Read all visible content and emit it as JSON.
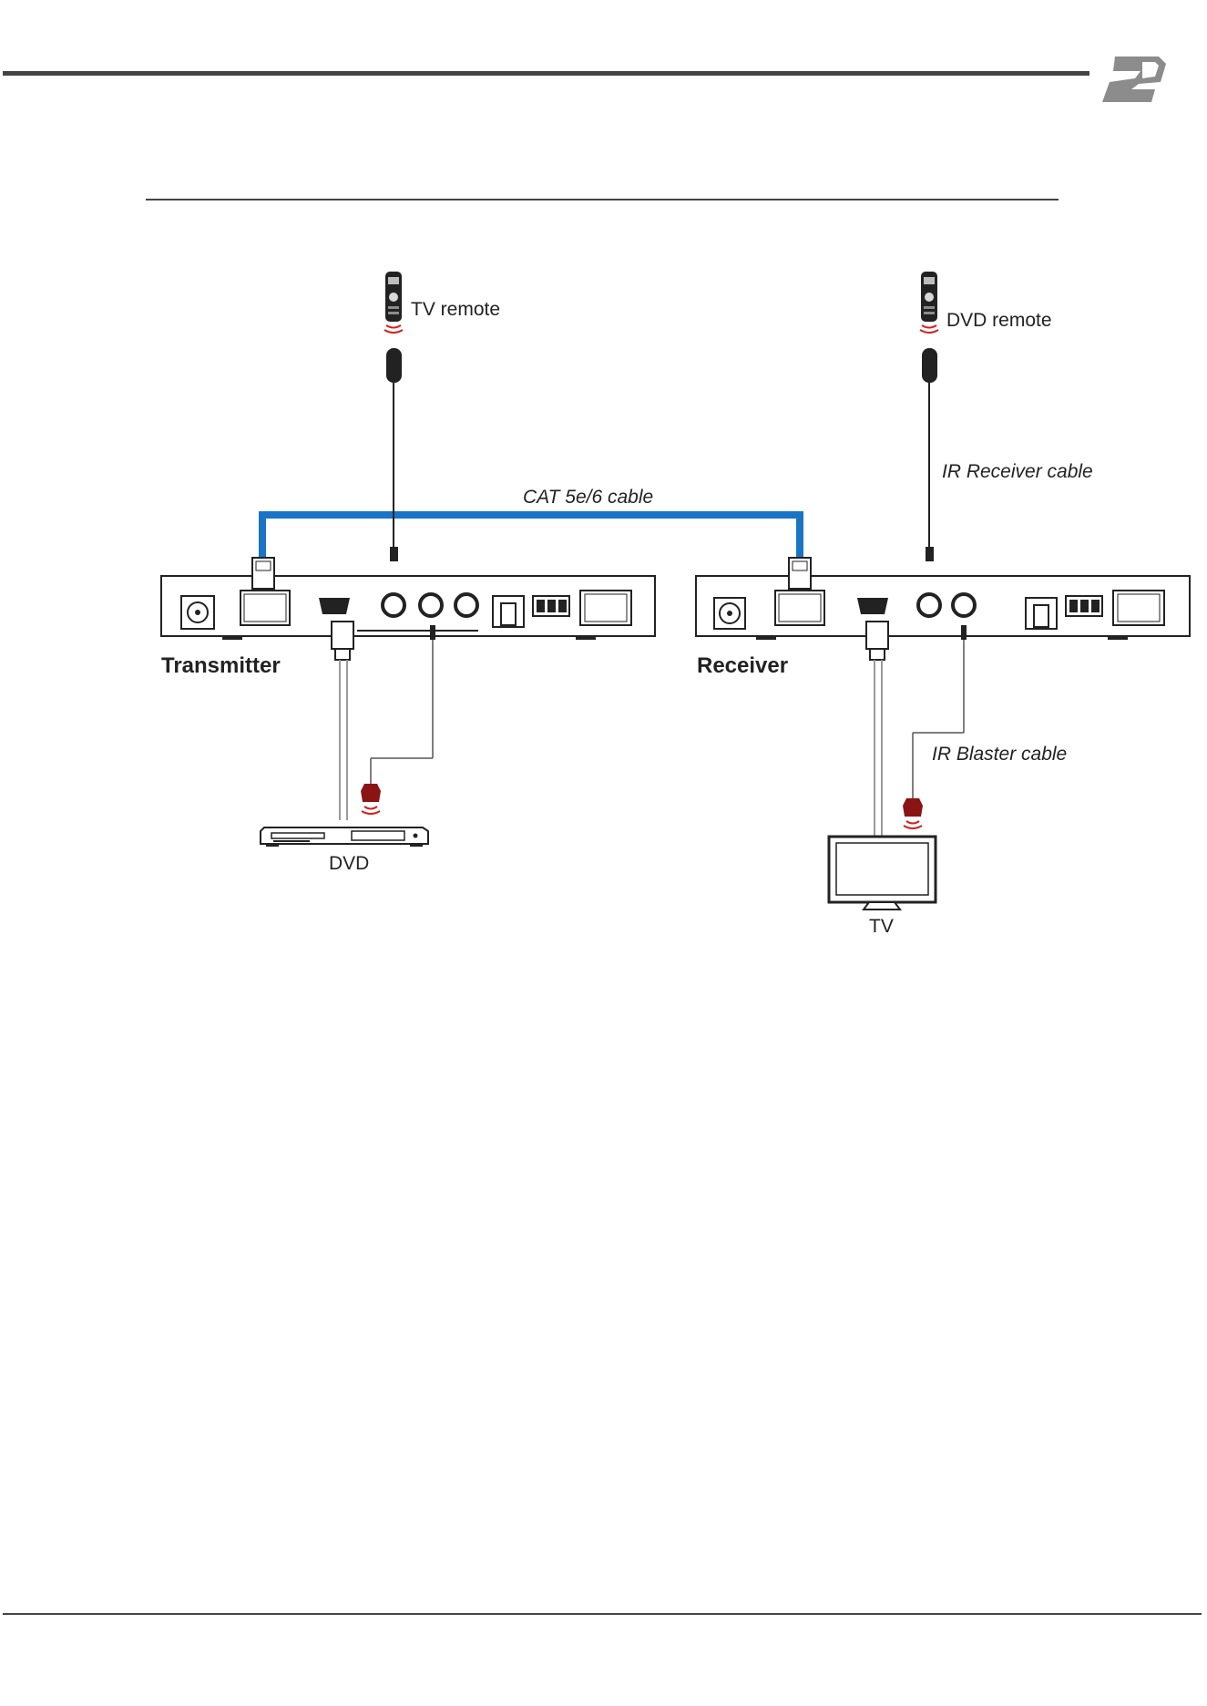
{
  "labels": {
    "tv_remote": "TV remote",
    "dvd_remote": "DVD remote",
    "cat_cable": "CAT 5e/6 cable",
    "ir_receiver_cable": "IR Receiver cable",
    "ir_blaster_cable": "IR Blaster cable",
    "transmitter": "Transmitter",
    "receiver": "Receiver",
    "dvd": "DVD",
    "tv": "TV"
  },
  "colors": {
    "cat_cable": "#1a74c6",
    "rule": "#444444",
    "ir_emitter": "#8a1414",
    "ir_wave": "#d32020",
    "logo": "#8c8c8c"
  },
  "icons": {
    "logo": "bzb-logo-icon",
    "remote": "remote-control-icon",
    "ir_receiver": "ir-receiver-probe-icon",
    "ir_blaster": "ir-blaster-emitter-icon",
    "dvd_player": "dvd-player-icon",
    "tv": "tv-monitor-icon"
  }
}
